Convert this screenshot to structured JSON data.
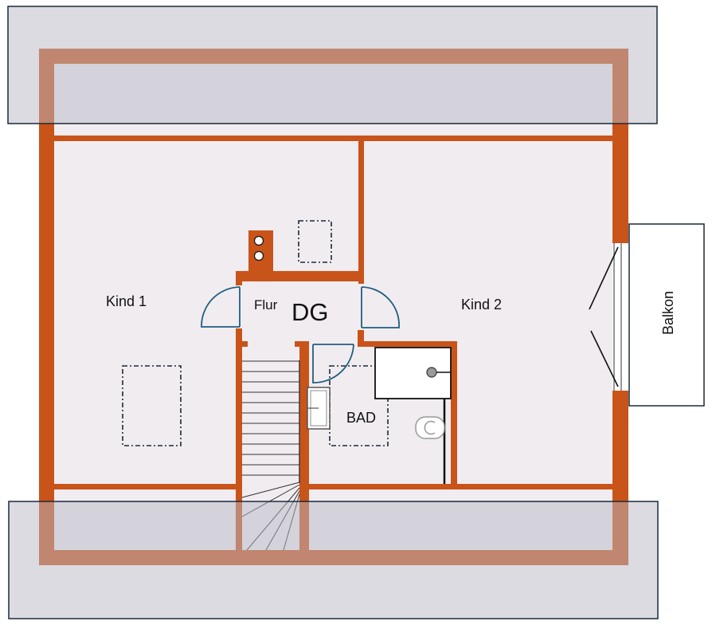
{
  "floor_label": "DG",
  "rooms": {
    "kind1": "Kind 1",
    "kind2": "Kind 2",
    "flur": "Flur",
    "bad": "BAD",
    "balkon": "Balkon"
  },
  "colors": {
    "wall": "#c9541a",
    "roof_overlay": "#b8b8c4",
    "floor": "#f1ecf0",
    "door": "#1f5f80",
    "outline": "#1a2a3a"
  }
}
